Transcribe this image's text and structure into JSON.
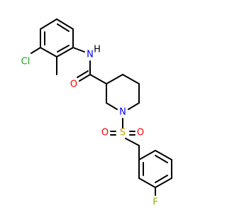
{
  "molecule": {
    "atom_labels": {
      "chlorine": "Cl",
      "amide_nitrogen": "N",
      "amide_hydrogen": "H",
      "amide_oxygen": "O",
      "piperidine_nitrogen": "N",
      "sulfur": "S",
      "sulfonyl_oxygen_left": "O",
      "sulfonyl_oxygen_right": "O",
      "fluorine": "F"
    },
    "colors": {
      "bond": "#000000",
      "chlorine": "#1fa01f",
      "nitrogen": "#0000ff",
      "oxygen": "#ff0000",
      "sulfur": "#c8a000",
      "fluorine": "#88b400",
      "hydrogen": "#000000"
    }
  }
}
